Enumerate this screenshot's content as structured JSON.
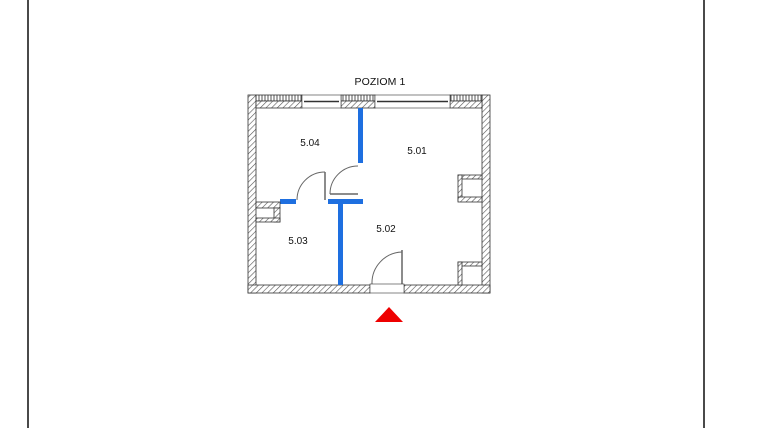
{
  "plan": {
    "title": "POZIOM 1",
    "rooms": [
      {
        "id": "5.04",
        "label": "5.04"
      },
      {
        "id": "5.01",
        "label": "5.01"
      },
      {
        "id": "5.03",
        "label": "5.03"
      },
      {
        "id": "5.02",
        "label": "5.02"
      }
    ],
    "entrance_marker": "entrance-triangle"
  },
  "colors": {
    "wall_hatch": "#555555",
    "partition_blue": "#1e6fe0",
    "entrance_red": "#ee0000",
    "frame_line": "#4a4a4a"
  }
}
